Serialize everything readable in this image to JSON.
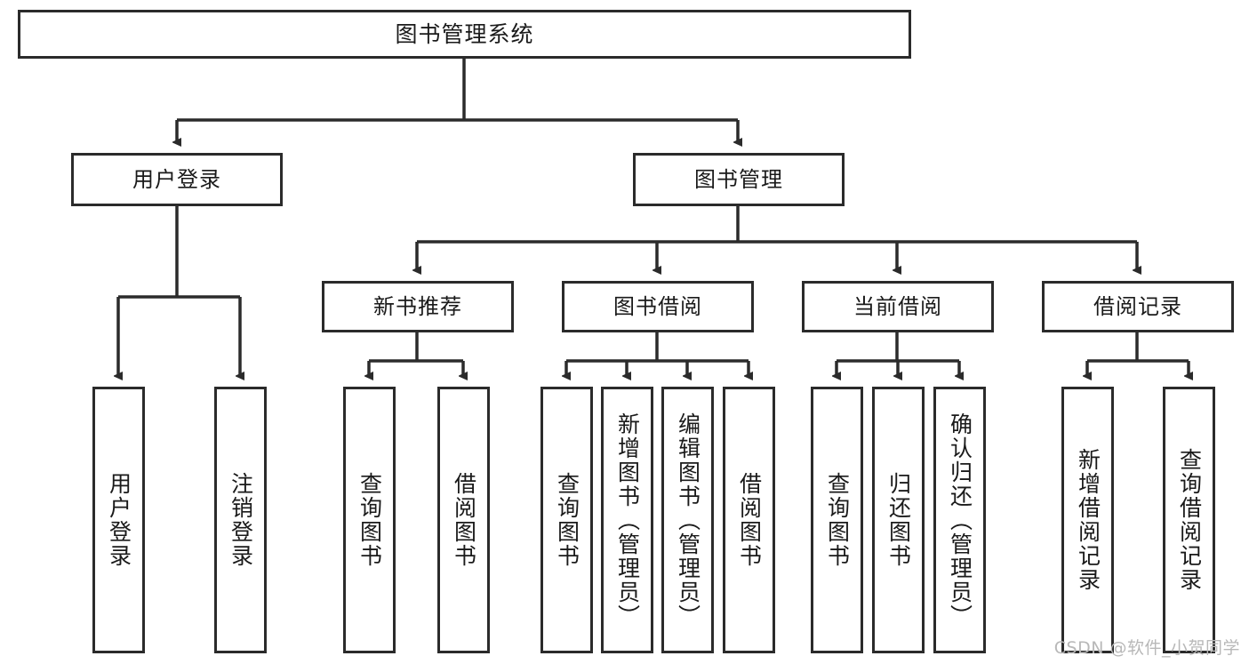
{
  "diagram": {
    "kind": "functional-structure-tree",
    "root": {
      "id": "root",
      "label": "图书管理系统"
    },
    "level2": [
      {
        "id": "user-login",
        "label": "用户登录"
      },
      {
        "id": "book-manage",
        "label": "图书管理"
      }
    ],
    "level3": [
      {
        "id": "new-book-recommend",
        "label": "新书推荐",
        "parent": "book-manage"
      },
      {
        "id": "book-borrow",
        "label": "图书借阅",
        "parent": "book-manage"
      },
      {
        "id": "current-borrow",
        "label": "当前借阅",
        "parent": "book-manage"
      },
      {
        "id": "borrow-record",
        "label": "借阅记录",
        "parent": "book-manage"
      }
    ],
    "leaves": [
      {
        "id": "leaf-user-login",
        "label": "用户登录",
        "parent": "user-login"
      },
      {
        "id": "leaf-user-logout",
        "label": "注销登录",
        "parent": "user-login"
      },
      {
        "id": "leaf-query-book-1",
        "label": "查询图书",
        "parent": "new-book-recommend"
      },
      {
        "id": "leaf-borrow-book-1",
        "label": "借阅图书",
        "parent": "new-book-recommend"
      },
      {
        "id": "leaf-query-book-2",
        "label": "查询图书",
        "parent": "book-borrow"
      },
      {
        "id": "leaf-add-book",
        "label": "新增图书（管理员）",
        "parent": "book-borrow"
      },
      {
        "id": "leaf-edit-book",
        "label": "编辑图书（管理员）",
        "parent": "book-borrow"
      },
      {
        "id": "leaf-borrow-book-2",
        "label": "借阅图书",
        "parent": "book-borrow"
      },
      {
        "id": "leaf-query-book-3",
        "label": "查询图书",
        "parent": "current-borrow"
      },
      {
        "id": "leaf-return-book",
        "label": "归还图书",
        "parent": "current-borrow"
      },
      {
        "id": "leaf-confirm-return",
        "label": "确认归还（管理员）",
        "parent": "current-borrow"
      },
      {
        "id": "leaf-add-record",
        "label": "新增借阅记录",
        "parent": "borrow-record"
      },
      {
        "id": "leaf-query-record",
        "label": "查询借阅记录",
        "parent": "borrow-record"
      }
    ]
  },
  "watermark": {
    "text": "CSDN @软件_小贺同学"
  },
  "colors": {
    "stroke": "#2b2b2b",
    "background": "#ffffff",
    "text": "#1a1a1a",
    "watermark": "#b8b8b8"
  }
}
